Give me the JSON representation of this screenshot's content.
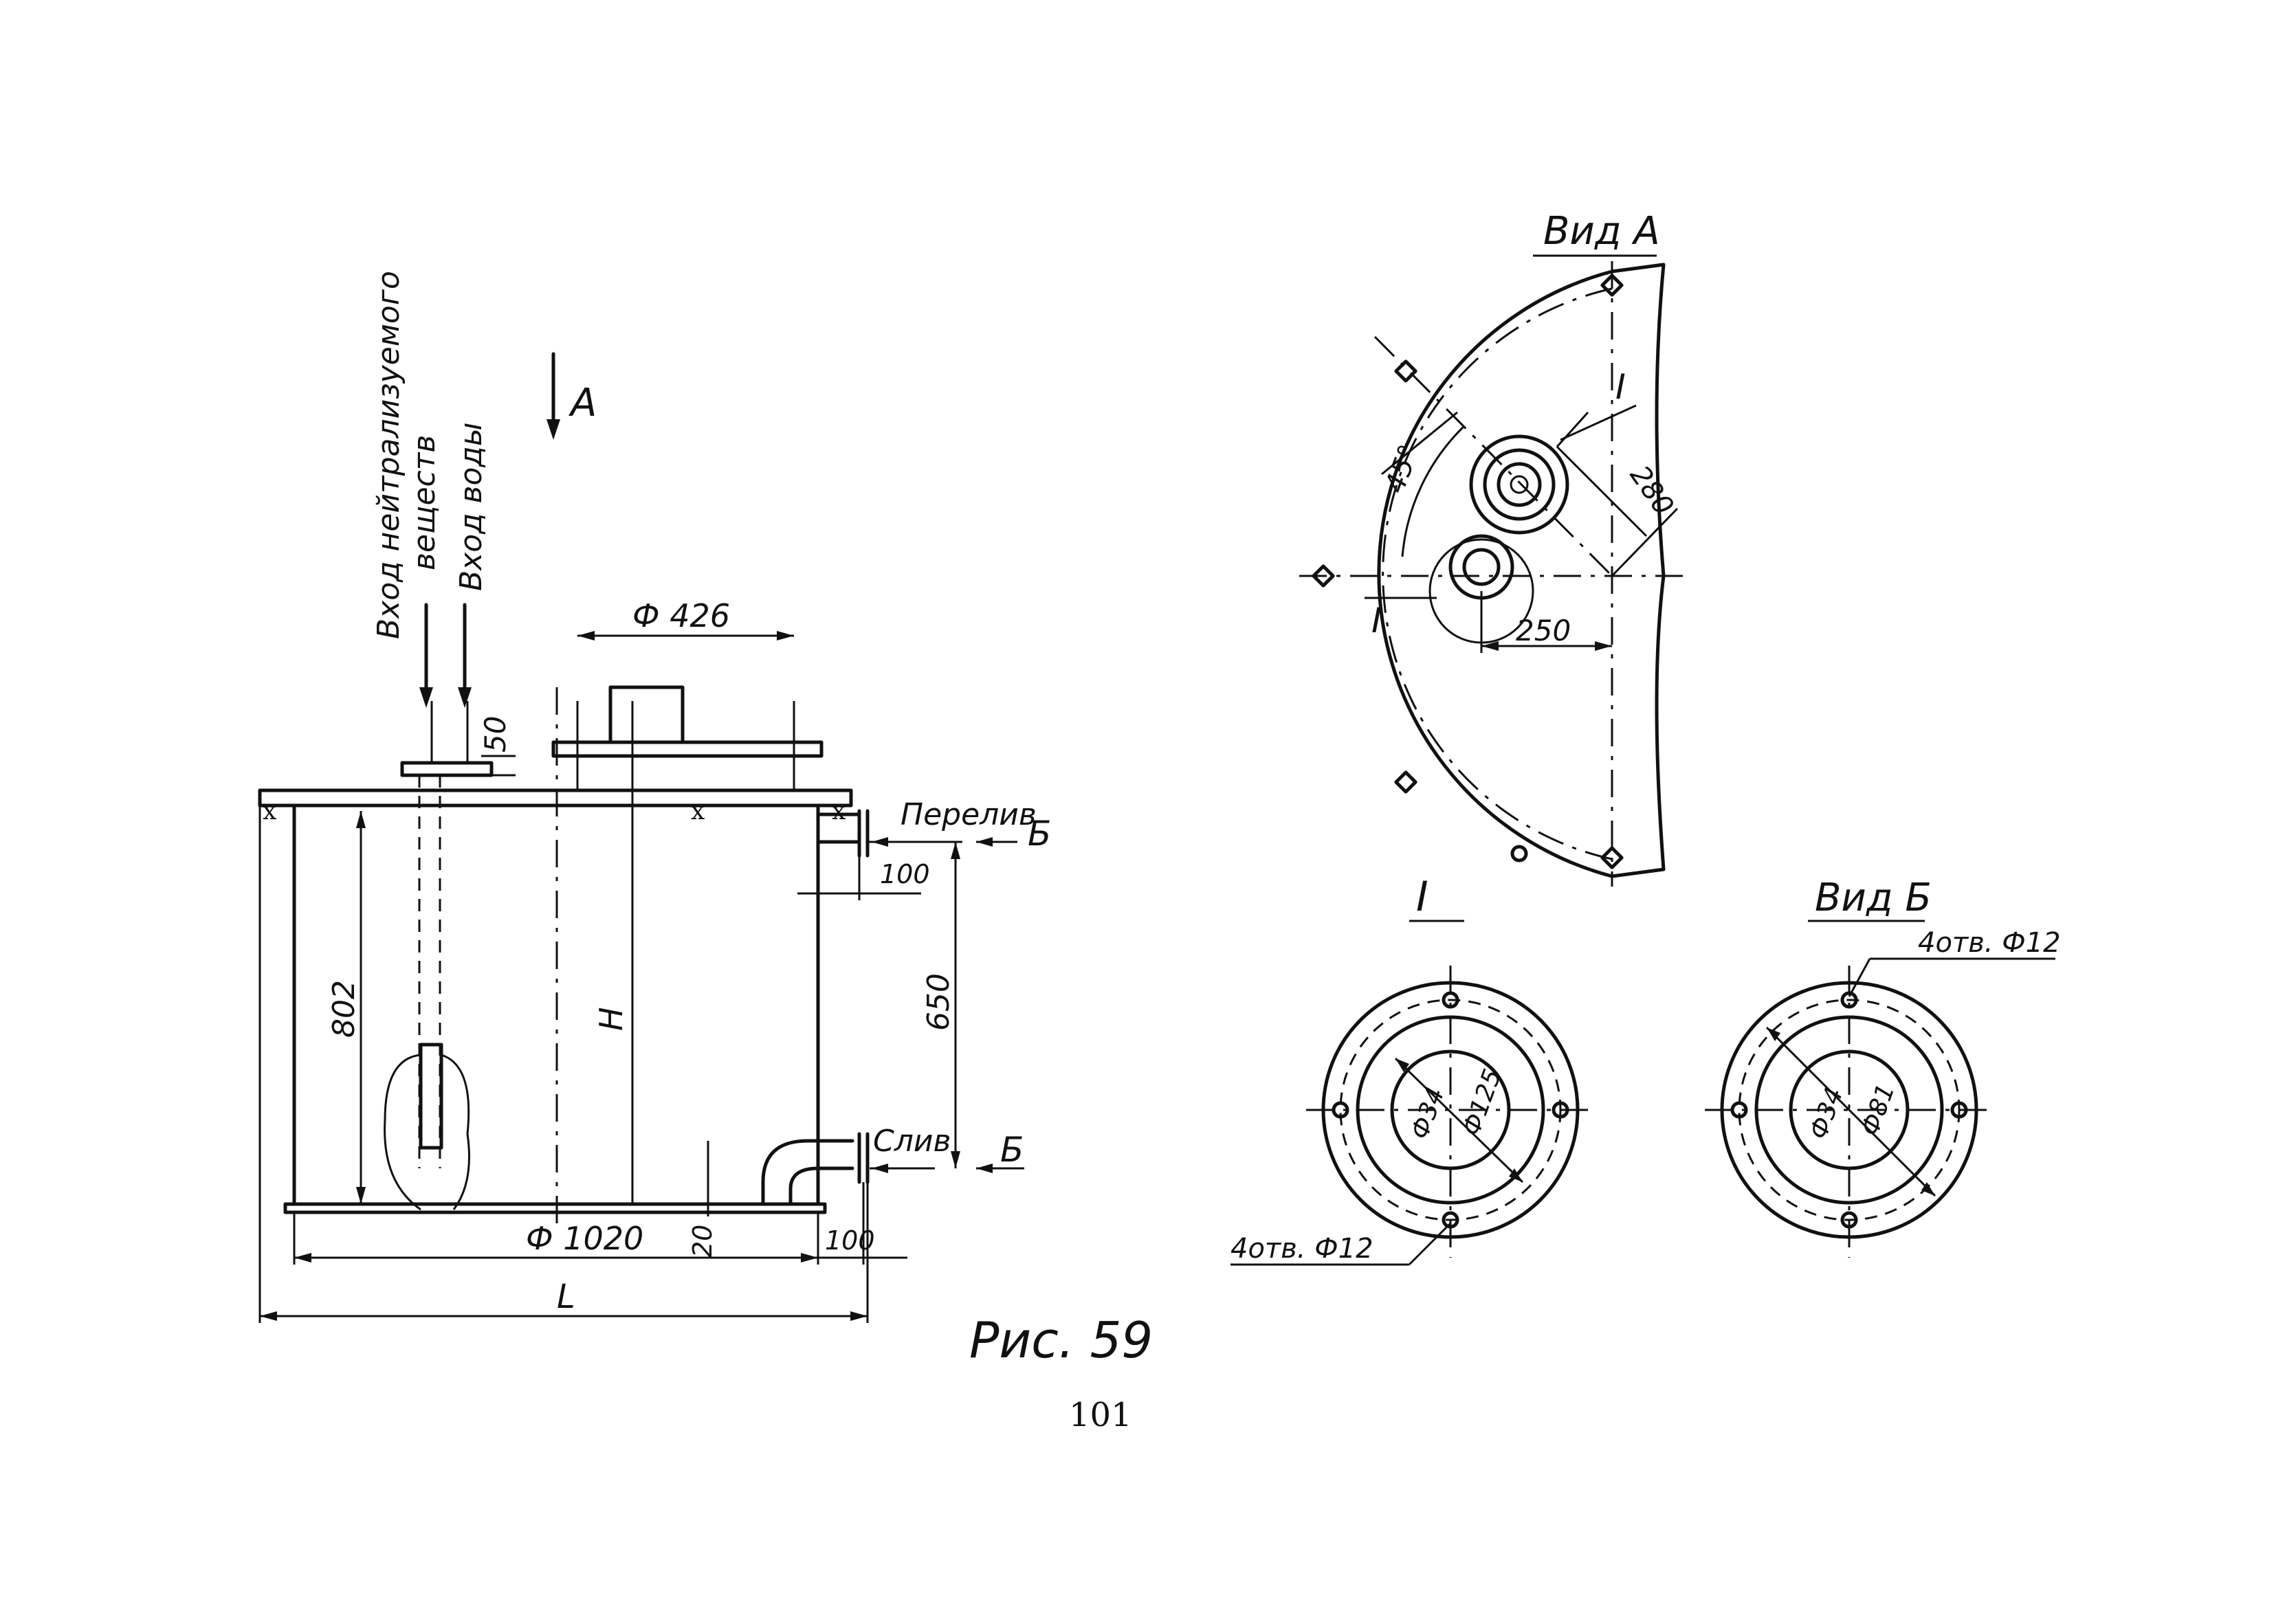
{
  "labels": {
    "view_a": "Вид А",
    "view_b": "Вид Б",
    "section_mark": "I",
    "arrow_a": "А",
    "inlet_neutralized_1": "Вход нейтрализуемого",
    "inlet_neutralized_2": "веществ",
    "inlet_water": "Вход воды",
    "overflow": "Перелив",
    "overflow_b": "Б",
    "drain": "Слив",
    "drain_b": "Б",
    "figure_caption": "Рис. 59",
    "page_number": "101"
  },
  "dimensions": {
    "d426": "Ф 426",
    "d1020": "Ф 1020",
    "h50": "50",
    "h802": "802",
    "h_H": "H",
    "h650": "650",
    "w100_top": "100",
    "w100_bottom": "100",
    "w20": "20",
    "total_L": "L",
    "angle45": "45°",
    "d280": "280",
    "d250": "250",
    "holes_I": "4отв. Ф12",
    "holes_B": "4отв. Ф12",
    "dI_inner": "Ф34",
    "dI_outer": "Ф125",
    "dB_inner": "Ф34",
    "dB_outer": "Ф81"
  }
}
